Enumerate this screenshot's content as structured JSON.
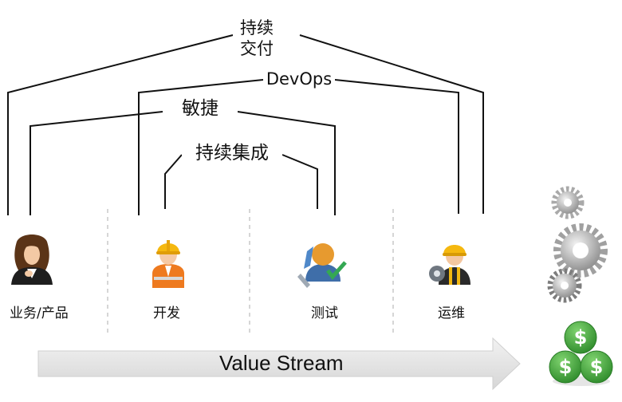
{
  "brackets": {
    "cd_line1": "持续",
    "cd_line2": "交付",
    "devops": "DevOps",
    "agile": "敏捷",
    "ci": "持续集成"
  },
  "roles": [
    {
      "label": "业务/产品",
      "icon": "businesswoman-icon"
    },
    {
      "label": "开发",
      "icon": "construction-worker-icon"
    },
    {
      "label": "测试",
      "icon": "tester-checkmark-icon"
    },
    {
      "label": "运维",
      "icon": "ops-engineer-gear-icon"
    }
  ],
  "value_stream": {
    "label": "Value Stream"
  },
  "right_icons": [
    "gears-icon",
    "dollar-coins-icon"
  ],
  "colors": {
    "line": "#111111",
    "separator": "#c8c8c8",
    "arrow": "#e3e3e3",
    "coin": "#3aa635"
  }
}
